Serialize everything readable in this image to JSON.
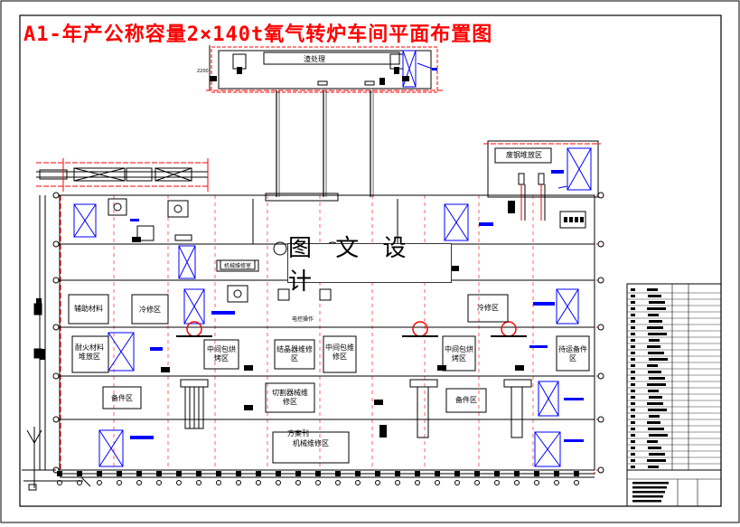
{
  "title": "A1-年产公称容量2×140t氧气转炉车间平面布置图",
  "watermark": "图 文 设 计",
  "zones": {
    "slag_area": "渣处理",
    "scrap_area": "废钢堆放区",
    "aux_material": "辅助材料",
    "cooling_left": "冷修区",
    "cooling_right": "冷修区",
    "refractory": "耐火材料堆放区",
    "ladle_bake_left": "中间包烘烤区",
    "ladle_bake_right": "中间包烘烤区",
    "crystallizer": "结晶器维修区",
    "ladle_repair": "中间包维修区",
    "tapping": "待运备件区",
    "spare_left": "备件区",
    "spare_right": "备件区",
    "cutter_repair": "切割器械维修区",
    "mech_repair_top": "方案刊",
    "mech_repair": "机械维修区",
    "caster_room": "机械维修室",
    "electrical": "电控操作"
  },
  "colors": {
    "frame": "#000000",
    "grid_line": "#ff0000",
    "equipment": "#0000ff",
    "title": "#ff0000"
  }
}
